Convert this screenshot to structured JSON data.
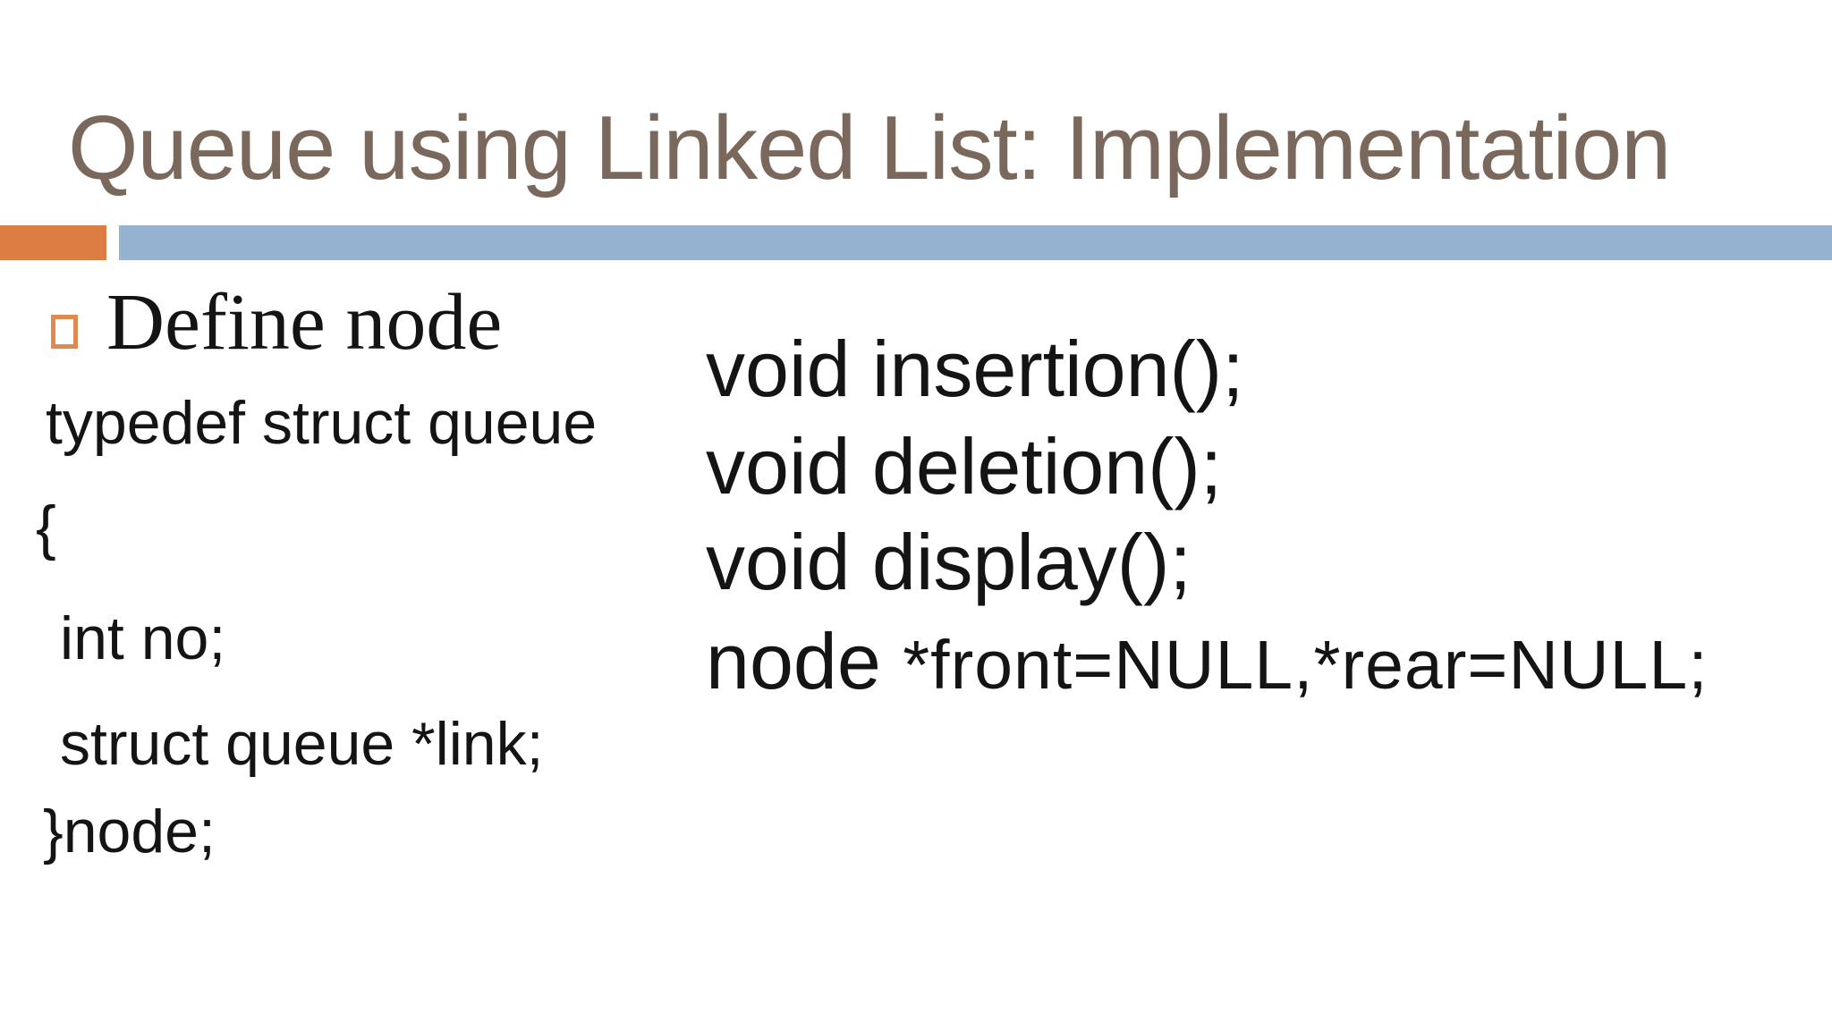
{
  "slide": {
    "title": "Queue using Linked List: Implementation",
    "bullet": {
      "label": "Define node"
    },
    "code_left": {
      "lines": [
        "typedef struct queue",
        "{",
        "int no;",
        "struct queue *link;",
        "}node;"
      ]
    },
    "code_right": {
      "prototype_lines": [
        "void insertion();",
        "void deletion();",
        "void display();"
      ],
      "declaration": {
        "keyword": "node ",
        "rest": "*front=NULL,*rear=NULL;"
      }
    }
  },
  "theme": {
    "background": "#ffffff",
    "title_color": "#7b685c",
    "accent_orange": "#dc7d43",
    "accent_blue": "#95b3d0",
    "bullet_outline": "#e08a50",
    "code_color": "#141414"
  }
}
